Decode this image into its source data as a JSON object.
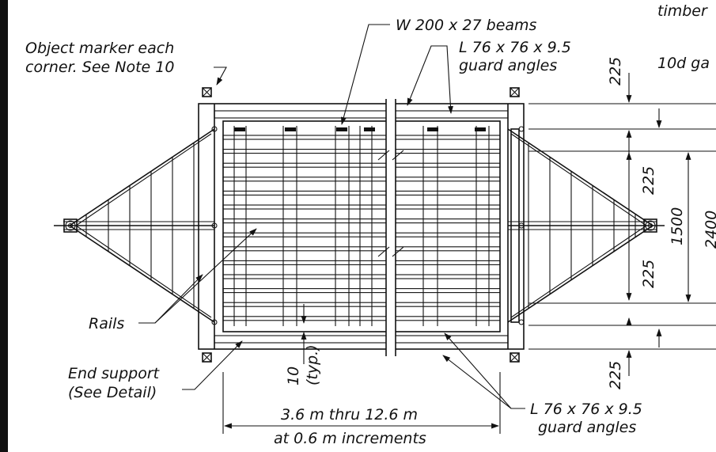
{
  "labels": {
    "timber": "timber",
    "nails": "10d ga",
    "beams": "W 200 x 27 beams",
    "guard_top_1": "L 76 x 76 x 9.5",
    "guard_top_2": "guard angles",
    "marker_1": "Object marker each",
    "marker_2": "corner.  See Note 10",
    "rails": "Rails",
    "end_support_1": "End support",
    "end_support_2": "(See Detail)",
    "gap": "10",
    "gap_typ": "(typ.)",
    "length_1": "3.6 m thru 12.6 m",
    "length_2": "at 0.6 m increments",
    "guard_bot_1": "L 76 x 76 x 9.5",
    "guard_bot_2": "guard angles"
  },
  "dimensions": {
    "top_offset": "225",
    "upper_offset": "225",
    "lower_offset": "225",
    "bottom_offset": "225",
    "inner_width": "1500",
    "overall_width": "2400"
  }
}
